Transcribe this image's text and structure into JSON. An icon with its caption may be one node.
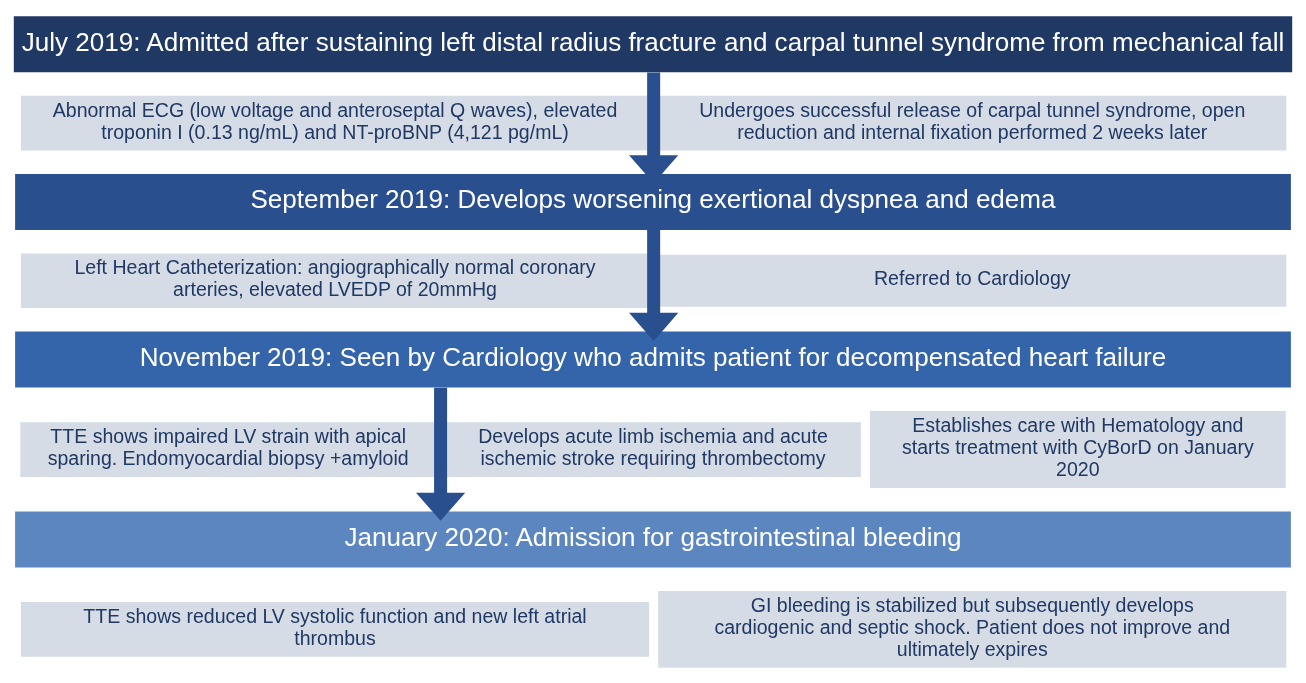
{
  "diagram": {
    "nodes": [
      {
        "text": [
          "July 2019: Admitted after sustaining left distal radius fracture and carpal tunnel syndrome from mechanical fall"
        ]
      },
      {
        "text": [
          "Abnormal ECG (low voltage and anteroseptal Q waves), elevated troponin I (0.13 ng/mL) and NT-proBNP (4,121 pg/mL)"
        ]
      },
      {
        "text": [
          "Undergoes successful release of carpal tunnel syndrome, open reduction and internal fixation performed 2 weeks later"
        ]
      },
      {
        "text": [
          "September 2019: Develops worsening exertional dyspnea and edema"
        ]
      },
      {
        "text": [
          "Left Heart Catheterization: angiographically normal coronary arteries, elevated LVEDP of 20mmHg"
        ]
      },
      {
        "text": [
          "Referred to Cardiology"
        ]
      },
      {
        "text": [
          "November 2019: Seen by Cardiology who admits patient for decompensated heart failure"
        ]
      },
      {
        "text": [
          "TTE shows impaired LV strain with apical sparing. Endomyocardial biopsy +amyloid"
        ]
      },
      {
        "text": [
          "Develops acute limb ischemia and acute ischemic stroke requiring thrombectomy"
        ]
      },
      {
        "text": [
          "Establishes care with Hematology and starts treatment with CyBorD on January 2020"
        ]
      },
      {
        "text": [
          "January 2020: Admission for gastrointestinal bleeding"
        ]
      },
      {
        "text": [
          "TTE shows reduced LV systolic function and new left atrial thrombus"
        ]
      },
      {
        "text": [
          "GI bleeding is stabilized but subsequently develops cardiogenic and septic shock. Patient does not improve and ultimately expires"
        ]
      }
    ],
    "edges": [
      {
        "from": 0,
        "to": 3,
        "arrow": "to"
      },
      {
        "from": 3,
        "to": 6,
        "arrow": "to"
      },
      {
        "from": 6,
        "to": 10,
        "arrow": "to"
      }
    ]
  }
}
